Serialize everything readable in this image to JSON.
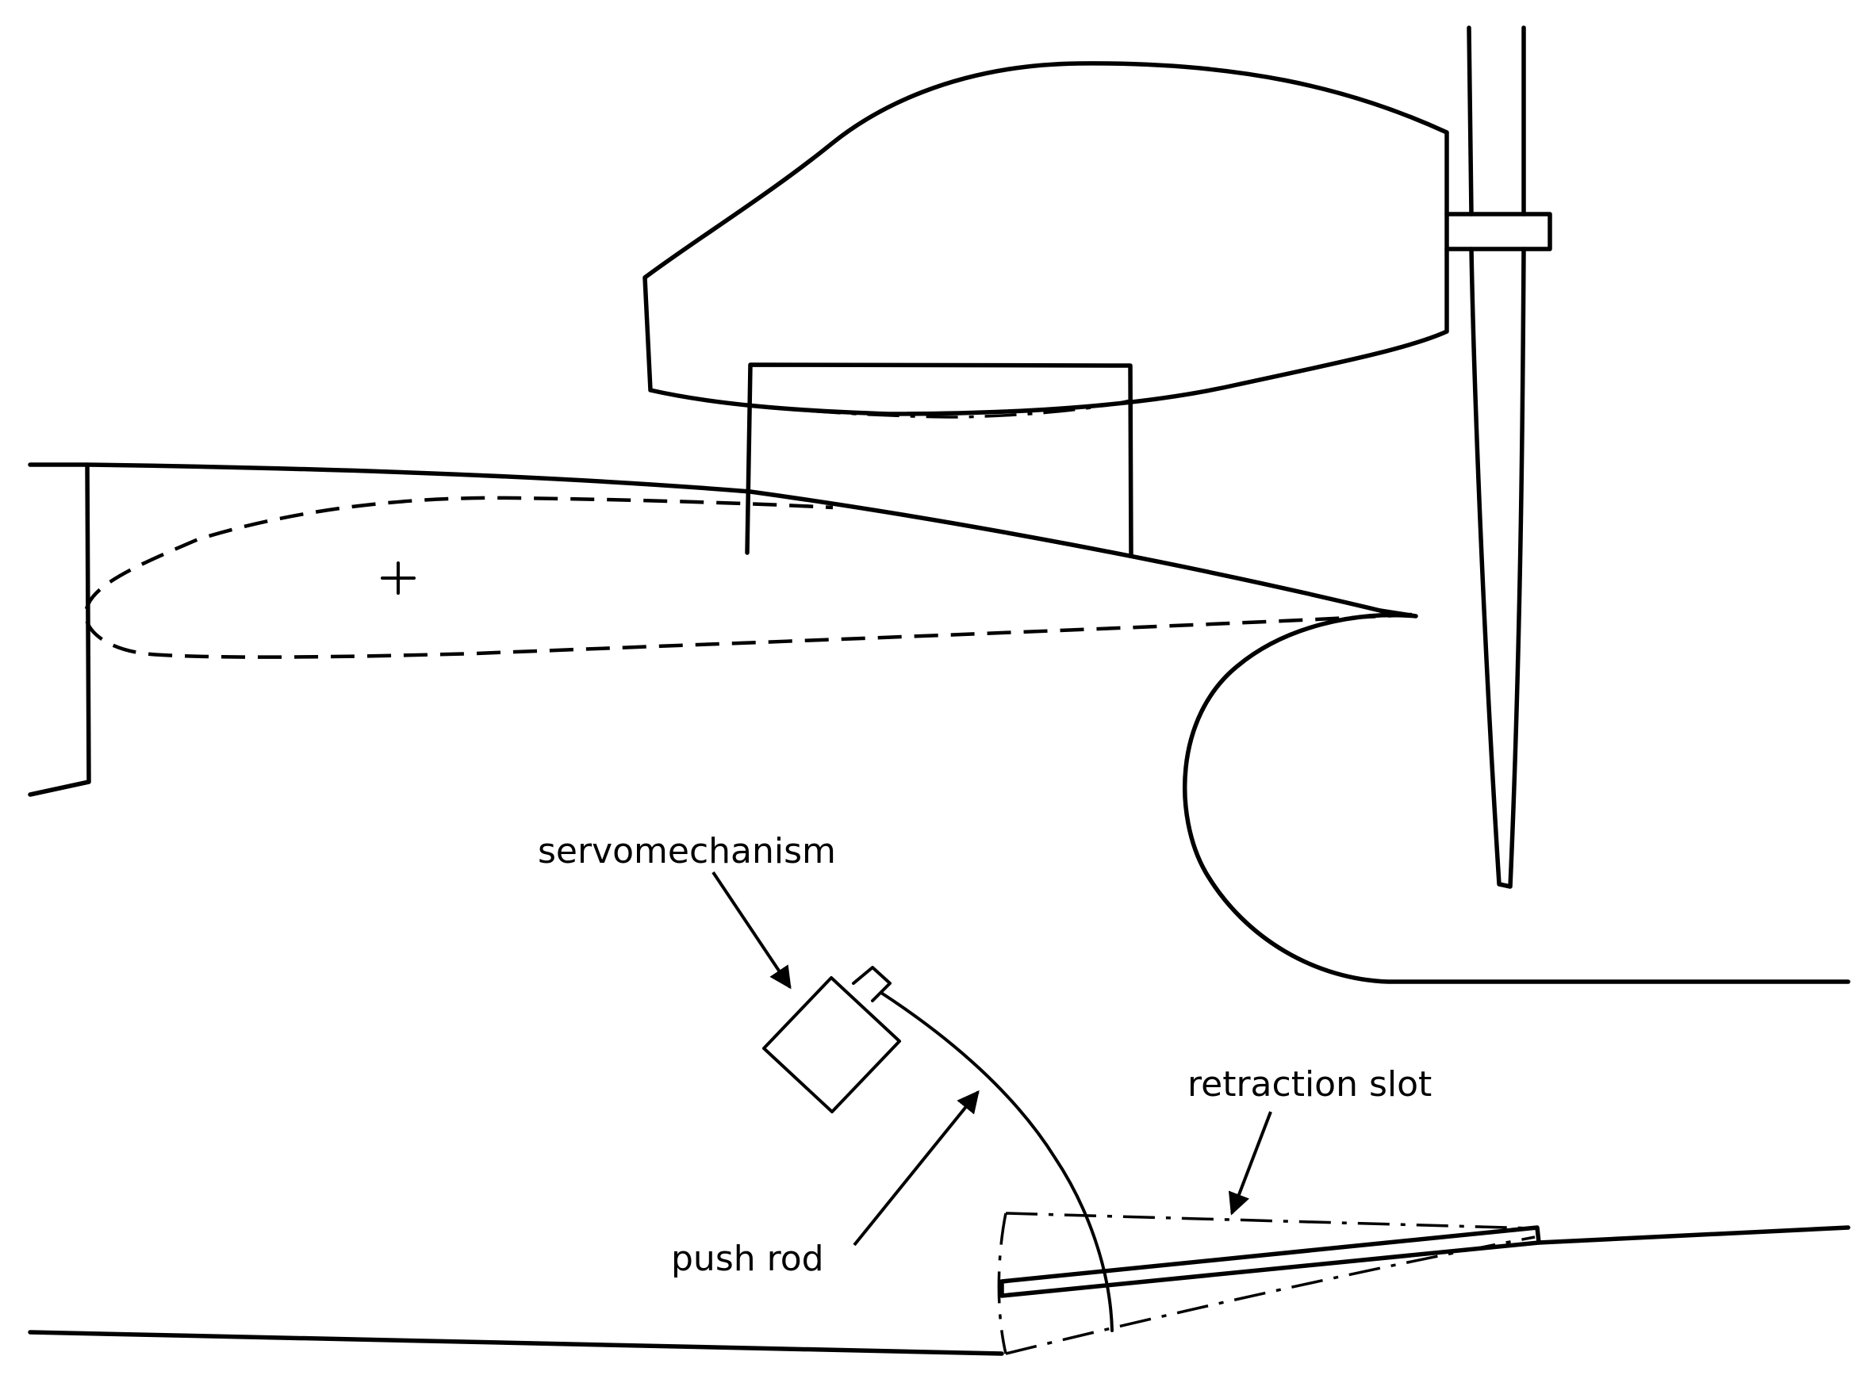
{
  "colors": {
    "stroke": "#000000",
    "background": "#ffffff"
  },
  "labels": {
    "servomechanism": "servomechanism",
    "retraction_slot": "retraction slot",
    "push_rod": "push rod"
  }
}
